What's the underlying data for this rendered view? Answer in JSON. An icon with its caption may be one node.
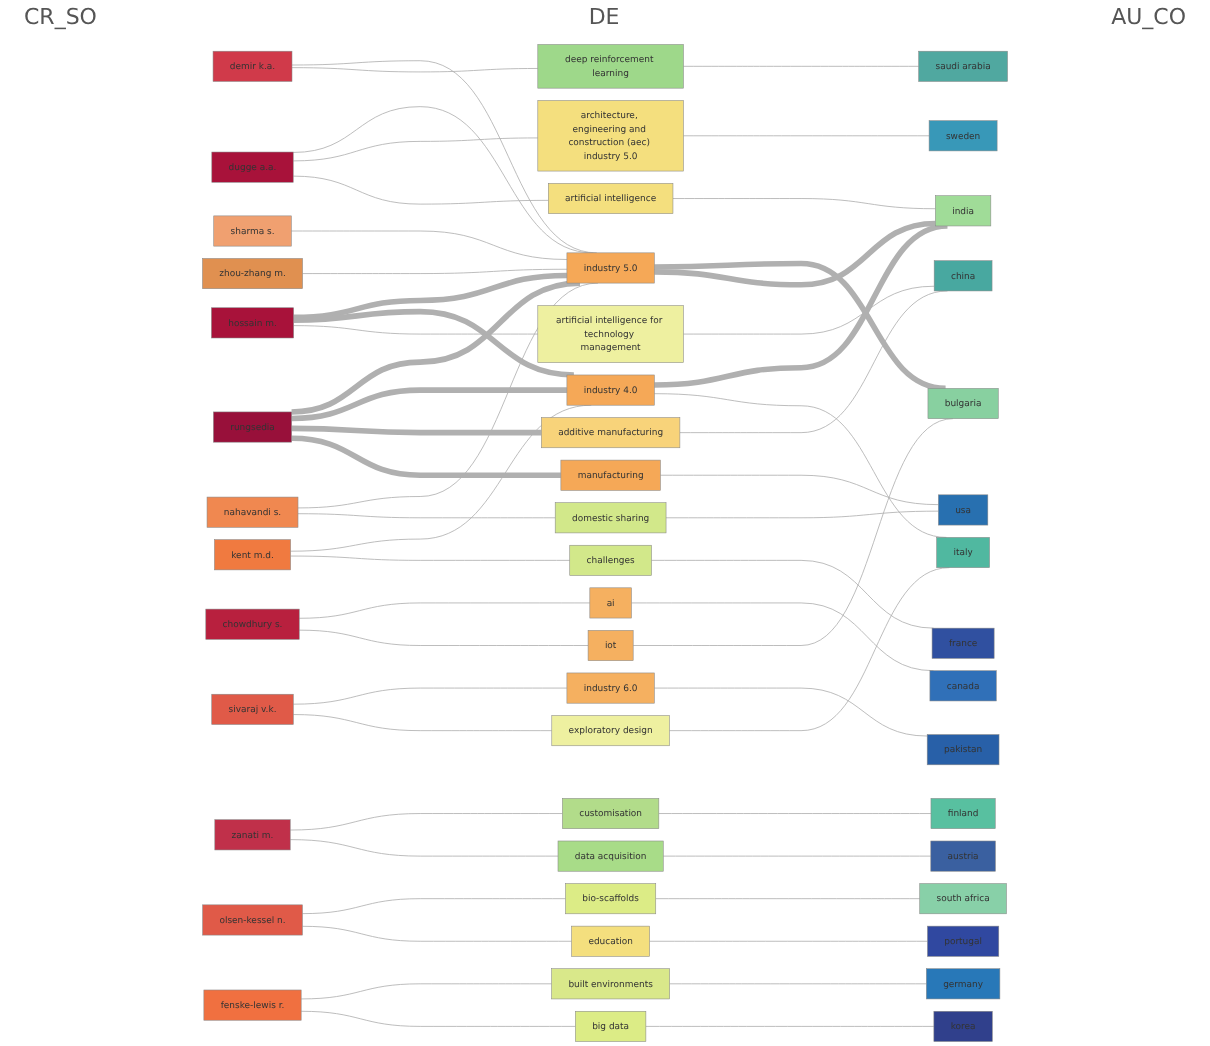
{
  "diagram": {
    "nodes": [
      {
        "text": [
          "sharma s."
        ]
      },
      {
        "text": [
          "zhou-zhang m."
        ]
      },
      {
        "text": [
          "demir k.a."
        ]
      },
      {
        "text": [
          "hossain m."
        ]
      },
      {
        "text": [
          "zanati m."
        ]
      },
      {
        "text": [
          "nahavandi s."
        ]
      },
      {
        "text": [
          "olsen-kessel n."
        ]
      },
      {
        "text": [
          "kent m.d."
        ]
      },
      {
        "text": [
          "dugge a.a."
        ]
      },
      {
        "text": [
          "fenske-lewis r."
        ]
      },
      {
        "text": [
          "chowdhury s."
        ]
      },
      {
        "text": [
          "rungsedia"
        ]
      },
      {
        "text": [
          "sivaraj v.k."
        ]
      },
      {
        "text": [
          "industry 5.0"
        ]
      },
      {
        "text": [
          "industry 4.0"
        ]
      },
      {
        "text": [
          "additive manufacturing"
        ]
      },
      {
        "text": [
          "architecture, engineering and construction (aec) industry 5.0"
        ]
      },
      {
        "text": [
          "built environments"
        ]
      },
      {
        "text": [
          "manufacturing"
        ]
      },
      {
        "text": [
          "customisation"
        ]
      },
      {
        "text": [
          "bio-scaffolds"
        ]
      },
      {
        "text": [
          "ai"
        ]
      },
      {
        "text": [
          "industry 6.0"
        ]
      },
      {
        "text": [
          "challenges"
        ]
      },
      {
        "text": [
          "deep reinforcement learning"
        ]
      },
      {
        "text": [
          "data acquisition"
        ]
      },
      {
        "text": [
          "education"
        ]
      },
      {
        "text": [
          "big data"
        ]
      },
      {
        "text": [
          "iot"
        ]
      },
      {
        "text": [
          "artificial intelligence for technology management"
        ]
      },
      {
        "text": [
          "domestic sharing"
        ]
      },
      {
        "text": [
          "artificial intelligence"
        ]
      },
      {
        "text": [
          "exploratory design"
        ]
      },
      {
        "text": [
          "bulgaria"
        ]
      },
      {
        "text": [
          "india"
        ]
      },
      {
        "text": [
          "italy"
        ]
      },
      {
        "text": [
          "china"
        ]
      },
      {
        "text": [
          "sweden"
        ]
      },
      {
        "text": [
          "germany"
        ]
      },
      {
        "text": [
          "usa"
        ]
      },
      {
        "text": [
          "finland"
        ]
      },
      {
        "text": [
          "south africa"
        ]
      },
      {
        "text": [
          "canada"
        ]
      },
      {
        "text": [
          "pakistan"
        ]
      },
      {
        "text": [
          "france"
        ]
      },
      {
        "text": [
          "saudi arabia"
        ]
      },
      {
        "text": [
          "austria"
        ]
      },
      {
        "text": [
          "portugal"
        ]
      },
      {
        "text": [
          "korea"
        ]
      }
    ],
    "edges": [
      {
        "from": 0,
        "to": 13,
        "arrow": "none"
      },
      {
        "from": 1,
        "to": 13,
        "arrow": "none"
      },
      {
        "from": 2,
        "to": 13,
        "arrow": "none"
      },
      {
        "from": 3,
        "to": 13,
        "arrow": "none",
        "style": "thick"
      },
      {
        "from": 3,
        "to": 14,
        "arrow": "none",
        "style": "thick"
      },
      {
        "from": 4,
        "to": 19,
        "arrow": "none"
      },
      {
        "from": 5,
        "to": 13,
        "arrow": "none"
      },
      {
        "from": 6,
        "to": 20,
        "arrow": "none"
      },
      {
        "from": 7,
        "to": 14,
        "arrow": "none"
      },
      {
        "from": 8,
        "to": 13,
        "arrow": "none"
      },
      {
        "from": 8,
        "to": 16,
        "arrow": "none"
      },
      {
        "from": 9,
        "to": 17,
        "arrow": "none"
      },
      {
        "from": 10,
        "to": 21,
        "arrow": "none"
      },
      {
        "from": 11,
        "to": 13,
        "arrow": "none",
        "style": "thick"
      },
      {
        "from": 11,
        "to": 14,
        "arrow": "none",
        "style": "thick"
      },
      {
        "from": 11,
        "to": 15,
        "arrow": "none",
        "style": "thick"
      },
      {
        "from": 11,
        "to": 18,
        "arrow": "none",
        "style": "thick"
      },
      {
        "from": 12,
        "to": 22,
        "arrow": "none"
      },
      {
        "from": 7,
        "to": 23,
        "arrow": "none"
      },
      {
        "from": 2,
        "to": 24,
        "arrow": "none"
      },
      {
        "from": 4,
        "to": 25,
        "arrow": "none"
      },
      {
        "from": 6,
        "to": 26,
        "arrow": "none"
      },
      {
        "from": 9,
        "to": 27,
        "arrow": "none"
      },
      {
        "from": 10,
        "to": 28,
        "arrow": "none"
      },
      {
        "from": 3,
        "to": 29,
        "arrow": "none"
      },
      {
        "from": 5,
        "to": 30,
        "arrow": "none"
      },
      {
        "from": 8,
        "to": 31,
        "arrow": "none"
      },
      {
        "from": 12,
        "to": 32,
        "arrow": "none"
      },
      {
        "from": 13,
        "to": 33,
        "arrow": "none",
        "style": "thick"
      },
      {
        "from": 13,
        "to": 34,
        "arrow": "none",
        "style": "thick"
      },
      {
        "from": 14,
        "to": 34,
        "arrow": "none",
        "style": "thick"
      },
      {
        "from": 14,
        "to": 35,
        "arrow": "none"
      },
      {
        "from": 15,
        "to": 36,
        "arrow": "none"
      },
      {
        "from": 16,
        "to": 37,
        "arrow": "none"
      },
      {
        "from": 17,
        "to": 38,
        "arrow": "none"
      },
      {
        "from": 18,
        "to": 39,
        "arrow": "none"
      },
      {
        "from": 19,
        "to": 40,
        "arrow": "none"
      },
      {
        "from": 20,
        "to": 41,
        "arrow": "none"
      },
      {
        "from": 21,
        "to": 42,
        "arrow": "none"
      },
      {
        "from": 22,
        "to": 43,
        "arrow": "none"
      },
      {
        "from": 23,
        "to": 44,
        "arrow": "none"
      },
      {
        "from": 24,
        "to": 45,
        "arrow": "none"
      },
      {
        "from": 25,
        "to": 46,
        "arrow": "none"
      },
      {
        "from": 26,
        "to": 47,
        "arrow": "none"
      },
      {
        "from": 27,
        "to": 48,
        "arrow": "none"
      },
      {
        "from": 28,
        "to": 33,
        "arrow": "none"
      },
      {
        "from": 29,
        "to": 36,
        "arrow": "none"
      },
      {
        "from": 30,
        "to": 39,
        "arrow": "none"
      },
      {
        "from": 31,
        "to": 34,
        "arrow": "none"
      },
      {
        "from": 32,
        "to": 35,
        "arrow": "none"
      }
    ],
    "labels": [
      "CR_SO",
      "DE",
      "AU_CO"
    ]
  }
}
